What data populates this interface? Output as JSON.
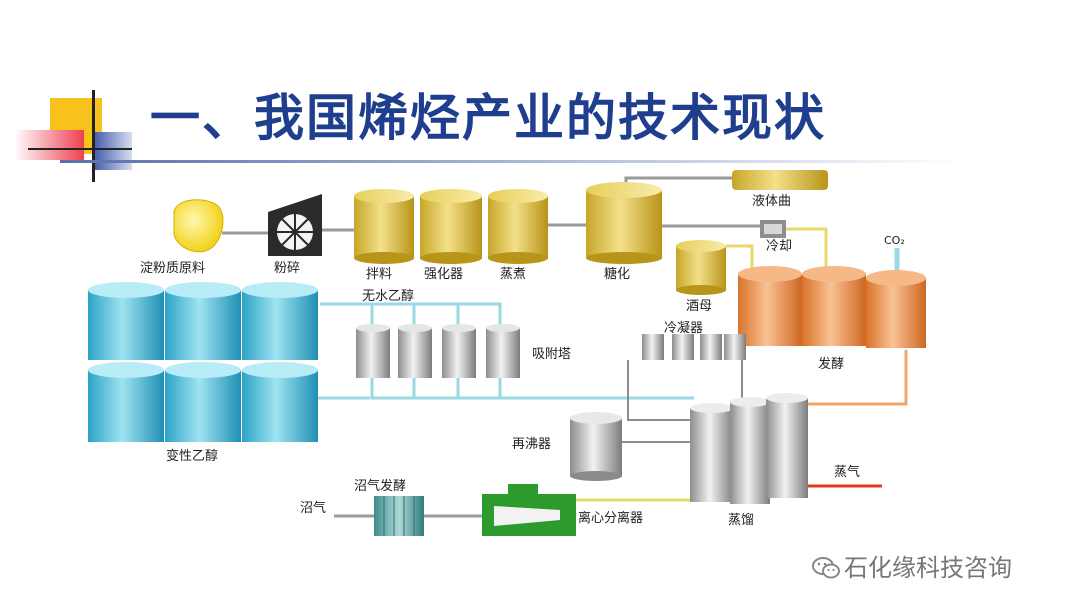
{
  "title": "一、我国烯烃产业的技术现状",
  "watermark": "石化缘科技咨询",
  "colors": {
    "title": "#1f3f8e",
    "pipe_gray": "#8c8c8c",
    "pipe_cyan": "#9ad8e6",
    "pipe_yellow": "#e8d86a",
    "pipe_orange": "#f0a468",
    "pipe_red": "#e03a1e"
  },
  "labels": {
    "starch": "淀粉质原料",
    "crush": "粉碎",
    "mix": "拌料",
    "liquefy": "强化器",
    "cook": "蒸煮",
    "sugar": "糖化",
    "liquid_koji": "液体曲",
    "cool": "冷却",
    "co2": "CO₂",
    "yeast": "酒母",
    "ferment": "发酵",
    "anhydrous": "无水乙醇",
    "adsorb": "吸附塔",
    "condenser": "冷凝器",
    "denatured": "变性乙醇",
    "reboiler": "再沸器",
    "steam": "蒸气",
    "distill": "蒸馏",
    "biogas_ferment": "沼气发酵",
    "biogas": "沼气",
    "centrifuge": "离心分离器"
  }
}
